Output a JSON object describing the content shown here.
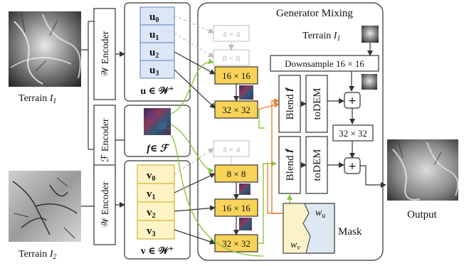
{
  "input1": {
    "label": "Terrain",
    "sub": "I",
    "subscript": "1"
  },
  "input2": {
    "label": "Terrain",
    "sub": "I",
    "subscript": "2"
  },
  "output": {
    "label": "Output"
  },
  "encoders": {
    "w_top": "𝒲 Encoder",
    "f": "ℱ Encoder",
    "w_bottom": "𝒲 Encoder"
  },
  "latent_u": {
    "items": [
      "u",
      "u",
      "u",
      "u"
    ],
    "subs": [
      "0",
      "1",
      "2",
      "3"
    ],
    "caption": "u ∈ 𝒲⁺"
  },
  "latent_v": {
    "items": [
      "v",
      "v",
      "v",
      "v"
    ],
    "subs": [
      "0",
      "1",
      "2",
      "3"
    ],
    "caption": "v ∈ 𝒲⁺"
  },
  "feature": {
    "caption": "f∈ ℱ"
  },
  "generator": {
    "title": "Generator Mixing",
    "terrain_label": "Terrain",
    "terrain_sub": "I",
    "terrain_subscript": "1",
    "downsample": "Downsample 16 × 16",
    "top_blocks": [
      "4 × 4",
      "8 × 8",
      "16 × 16",
      "32 × 32"
    ],
    "bottom_blocks": [
      "4 × 4",
      "8 × 8",
      "16 × 16",
      "32 × 32"
    ],
    "blend": "Blend 𝒇",
    "todem": "toDEM",
    "plus": "+",
    "res32": "32 × 32",
    "mask": "Mask",
    "wu": "w",
    "wu_sub": "u",
    "wv": "w",
    "wv_sub": "v"
  },
  "colors": {
    "latent_u_fill": "#dbe7f7",
    "latent_v_fill": "#fdf3c4",
    "block_fill": "#f8d35a",
    "green_arrow": "#8cc63f",
    "orange_arrow": "#e8833a",
    "mask_blue": "#dde8f2",
    "mask_yellow": "#fbf3c8"
  }
}
